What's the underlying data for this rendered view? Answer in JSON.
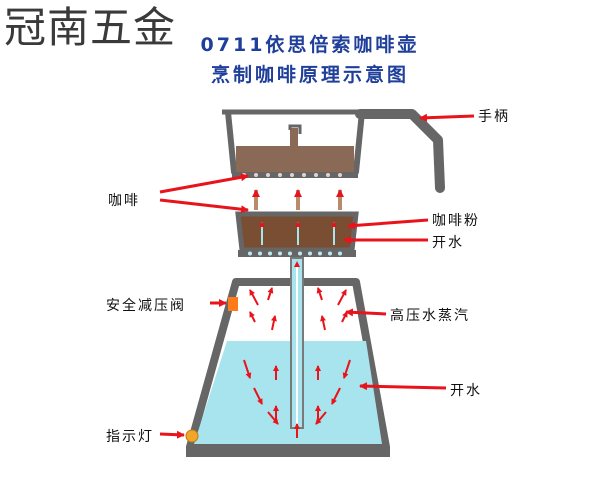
{
  "watermark": "冠南五金",
  "title": {
    "line1": "0711依思倍索咖啡壶",
    "line2": "烹制咖啡原理示意图"
  },
  "labels": {
    "handle": "手柄",
    "coffee": "咖啡",
    "coffee_powder": "咖啡粉",
    "boiling_water_top": "开水",
    "safety_valve": "安全减压阀",
    "high_pressure_steam": "高压水蒸汽",
    "boiling_water_bottom": "开水",
    "indicator_light": "指示灯"
  },
  "colors": {
    "outline": "#666666",
    "coffee": "#8a6a56",
    "coffee_powder": "#7a4e32",
    "water": "#a8e4ee",
    "arrow": "#e8131b",
    "valve": "#ff7a1a",
    "indicator": "#f2a52a",
    "title": "#1f3f9a"
  }
}
